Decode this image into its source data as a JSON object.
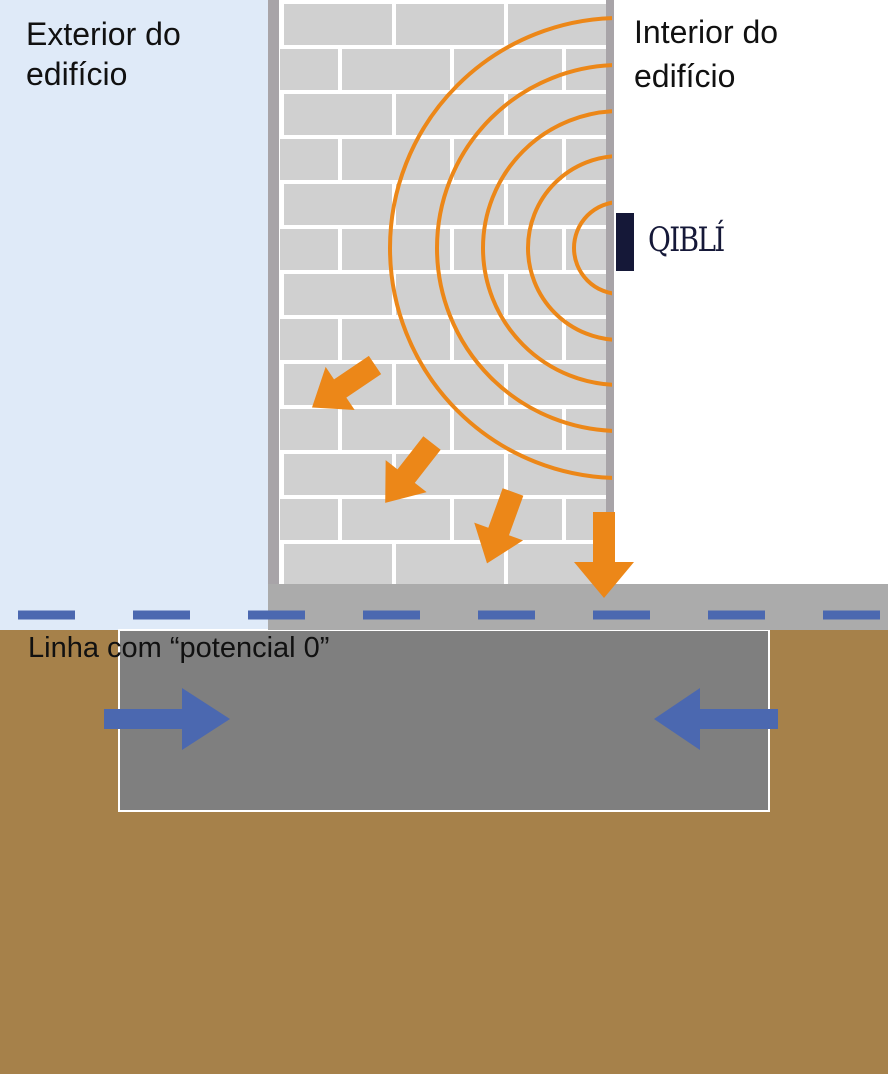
{
  "labels": {
    "exterior": "Exterior do\nedifício",
    "interior": "Interior do\nedifício",
    "zero_potential_line": "Linha com “potencial 0”"
  },
  "logo": {
    "text": "QIBLÍ"
  },
  "colors": {
    "exterior_sky": "#dfeaf8",
    "interior_bg": "#ffffff",
    "brick_mortar": "#ffffff",
    "brick": "#d0d0d0",
    "wall_edge": "#a8a4a8",
    "slab": "#ababab",
    "foundation": "#7f7f7f",
    "soil": "#a6814a",
    "orange": "#ec8718",
    "blue": "#4b68b0",
    "logo_navy": "#151838"
  }
}
